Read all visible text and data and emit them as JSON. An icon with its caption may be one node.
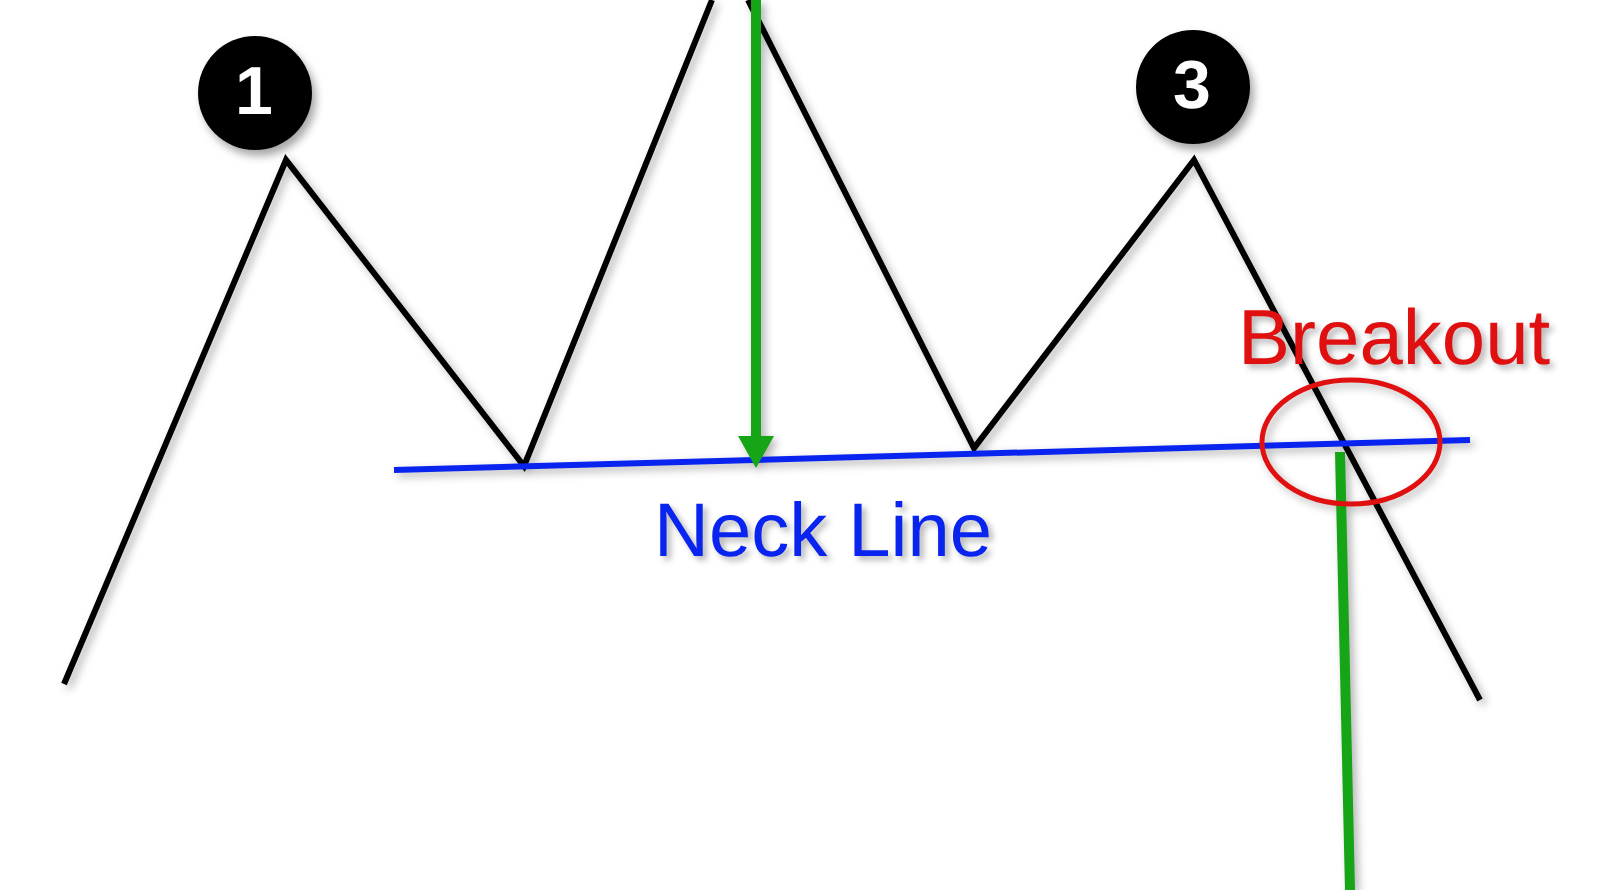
{
  "diagram": {
    "nodes": [
      {
        "text": [
          "1"
        ]
      },
      {
        "text": [
          "3"
        ]
      },
      {
        "text": [],
        "shape": "ellipse"
      }
    ],
    "labels": [
      "Breakout",
      "Neck Line"
    ]
  }
}
